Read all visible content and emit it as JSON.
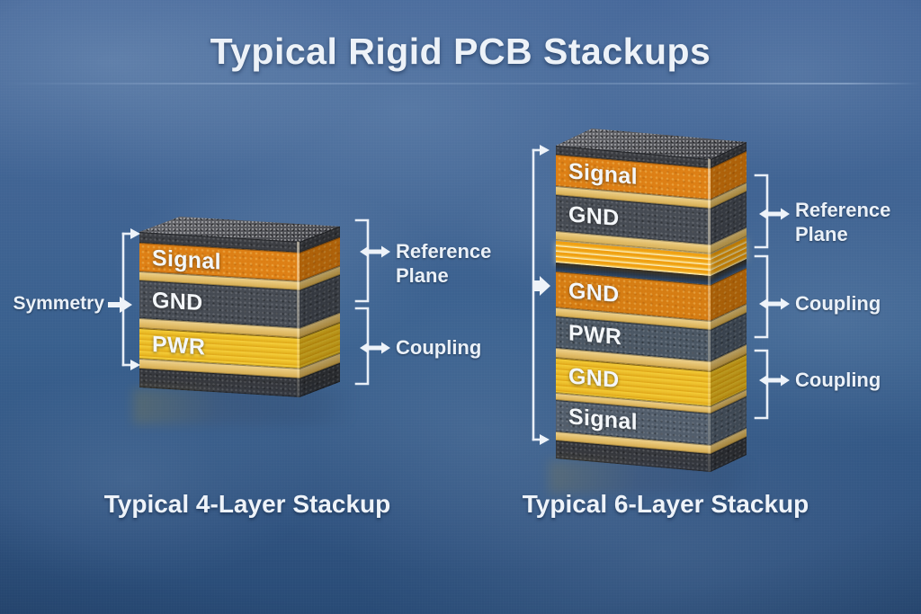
{
  "title": "Typical Rigid PCB Stackups",
  "colors": {
    "background_blue": "#3e618e",
    "copper_orange": "#dd7f14",
    "copper_yellow": "#ecc02c",
    "prepreg_tan": "#e2bd68",
    "plane_dark_gray": "#454a52",
    "plane_blue_slate": "#4a5663",
    "solder_mask_dark": "#3a3c41",
    "core_glow_cream": "#fdf8e2",
    "annotation_white": "#eef3f9"
  },
  "stack4": {
    "caption": "Typical 4-Layer Stackup",
    "symmetry_label": "Symmetry",
    "layers": [
      {
        "type": "mask-top",
        "label": ""
      },
      {
        "type": "copper-signal",
        "label": "Signal"
      },
      {
        "type": "prepreg",
        "label": ""
      },
      {
        "type": "copper-ground-plane",
        "label": "GND"
      },
      {
        "type": "prepreg",
        "label": ""
      },
      {
        "type": "copper-power-plane",
        "label": "PWR"
      },
      {
        "type": "prepreg",
        "label": ""
      },
      {
        "type": "mask-bottom",
        "label": ""
      }
    ],
    "annotations": [
      {
        "label": "Reference Plane"
      },
      {
        "label": "Coupling"
      }
    ]
  },
  "stack6": {
    "caption": "Typical 6-Layer Stackup",
    "layers": [
      {
        "type": "mask-top",
        "label": ""
      },
      {
        "type": "copper-signal",
        "label": "Signal"
      },
      {
        "type": "prepreg",
        "label": ""
      },
      {
        "type": "copper-ground-plane",
        "label": "GND"
      },
      {
        "type": "prepreg",
        "label": ""
      },
      {
        "type": "core-lamination-glow",
        "label": ""
      },
      {
        "type": "lamination-gap",
        "label": ""
      },
      {
        "type": "copper-ground-plane",
        "label": "GND"
      },
      {
        "type": "prepreg",
        "label": ""
      },
      {
        "type": "copper-power-plane",
        "label": "PWR"
      },
      {
        "type": "prepreg",
        "label": ""
      },
      {
        "type": "copper-ground-plane",
        "label": "GND"
      },
      {
        "type": "prepreg",
        "label": ""
      },
      {
        "type": "copper-signal",
        "label": "Signal"
      },
      {
        "type": "prepreg",
        "label": ""
      },
      {
        "type": "mask-bottom",
        "label": ""
      }
    ],
    "annotations": [
      {
        "label": "Reference Plane"
      },
      {
        "label": "Coupling"
      },
      {
        "label": "Coupling"
      }
    ]
  }
}
